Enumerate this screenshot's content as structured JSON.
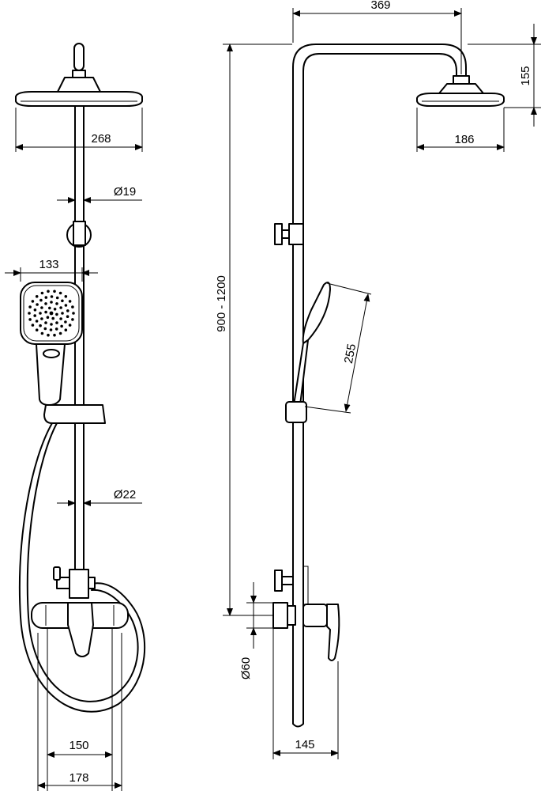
{
  "front_view": {
    "overhead_shower_width": "268",
    "rail_diameter": "Ø19",
    "hand_shower_width": "133",
    "riser_diameter": "Ø22",
    "mixer_connection_spacing": "150",
    "mixer_width": "178"
  },
  "side_view": {
    "arm_projection": "369",
    "head_height": "155",
    "head_width": "186",
    "adjustable_height": "900 - 1200",
    "hand_shower_length": "255",
    "connection_diameter": "Ø60",
    "wall_projection": "145"
  }
}
